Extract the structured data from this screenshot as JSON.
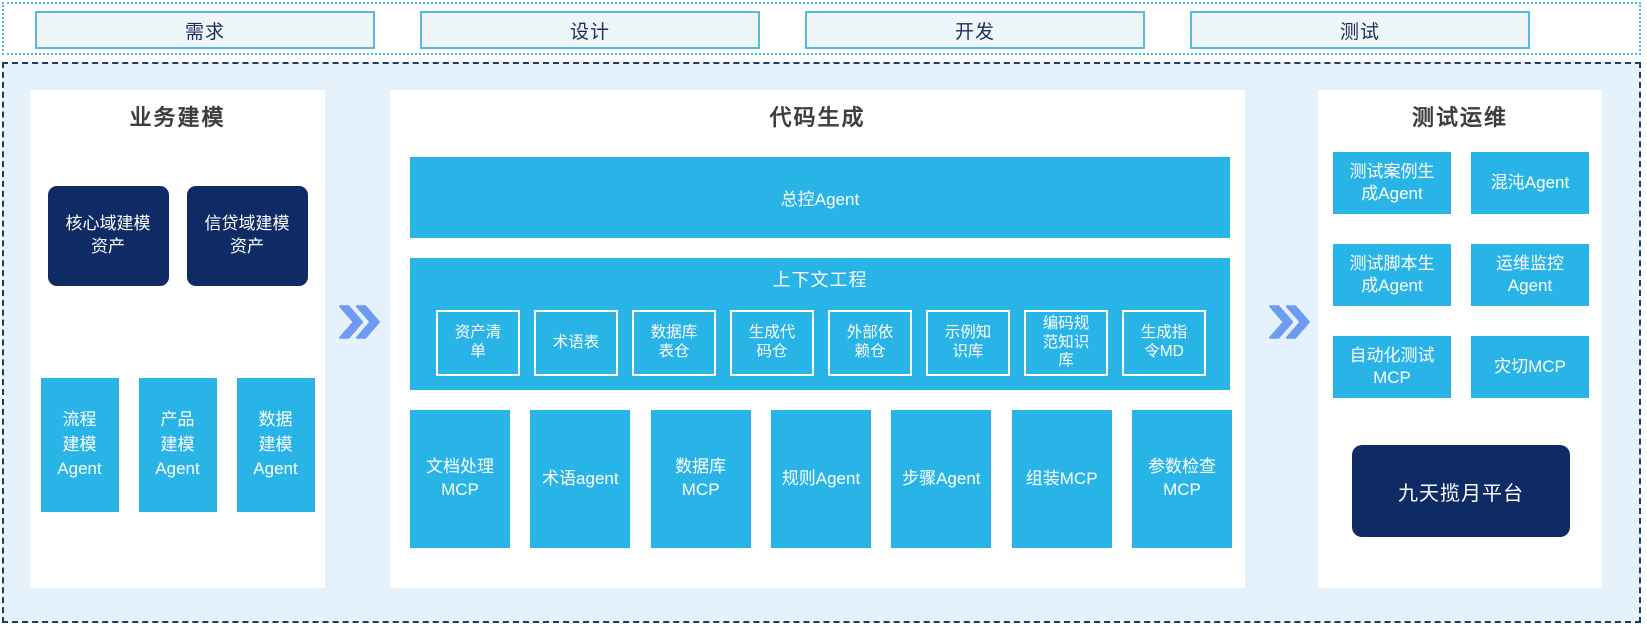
{
  "colors": {
    "accent_cyan": "#29b4e8",
    "dark_navy": "#0e2b66",
    "arrow_blue": "#6d9bf3",
    "strip_border": "#45b7e5",
    "phase_box_border": "#55b9e2",
    "phase_box_fill": "#eff6fa",
    "phase_text": "#1b2d5e",
    "main_border": "#1e3c66",
    "main_background": "#e6f2fb",
    "panel_title_text": "#3d3d3d"
  },
  "icons": {
    "flow_arrow": "double-chevron-right"
  },
  "phases": [
    {
      "label": "需求"
    },
    {
      "label": "设计"
    },
    {
      "label": "开发"
    },
    {
      "label": "测试"
    }
  ],
  "business_modeling": {
    "title": "业务建模",
    "assets": [
      "核心域建模\n资产",
      "信贷域建模\n资产"
    ],
    "agents": [
      "流程\n建模\nAgent",
      "产品\n建模\nAgent",
      "数据\n建模\nAgent"
    ]
  },
  "code_generation": {
    "title": "代码生成",
    "master_agent": "总控Agent",
    "context_engineering": {
      "title": "上下文工程",
      "items": [
        "资产清\n单",
        "术语表",
        "数据库\n表仓",
        "生成代\n码仓",
        "外部依\n赖仓",
        "示例知\n识库",
        "编码规\n范知识\n库",
        "生成指\n令MD"
      ]
    },
    "tools": [
      "文档处理\nMCP",
      "术语agent",
      "数据库\nMCP",
      "规则Agent",
      "步骤Agent",
      "组装MCP",
      "参数检查\nMCP"
    ]
  },
  "test_ops": {
    "title": "测试运维",
    "boxes": [
      "测试案例生\n成Agent",
      "混沌Agent",
      "测试脚本生\n成Agent",
      "运维监控\nAgent",
      "自动化测试\nMCP",
      "灾切MCP"
    ],
    "platform": "九天揽月平台"
  }
}
